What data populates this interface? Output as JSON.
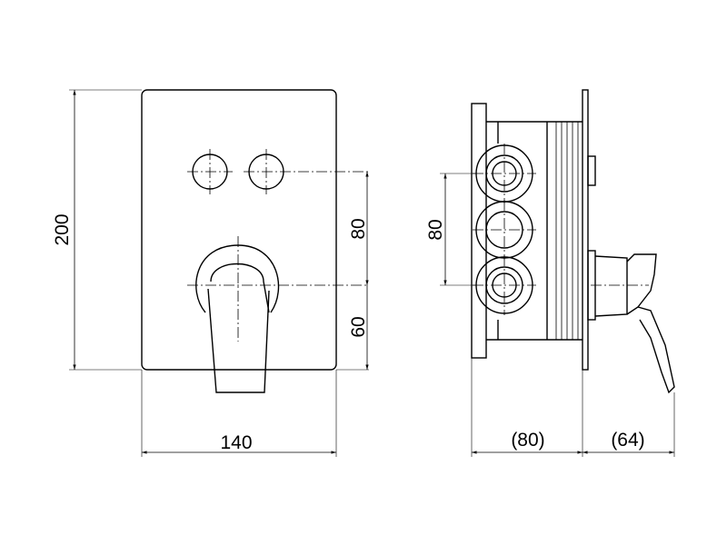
{
  "dimensions": {
    "height_total": "200",
    "width_total": "140",
    "button_to_handle_spacing": "80",
    "handle_to_bottom": "60",
    "outlet_spacing": "80",
    "body_depth": "(80)",
    "handle_projection": "(64)"
  }
}
